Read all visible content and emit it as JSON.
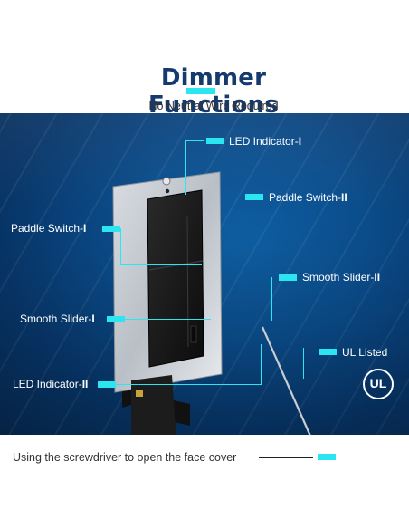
{
  "header": {
    "title": "Dimmer Functions",
    "subtitle": "No Neutral Wire Required"
  },
  "callouts": {
    "led_indicator_1": "LED Indicator-",
    "led_indicator_1_suffix": "I",
    "paddle_switch_2": "Paddle Switch-",
    "paddle_switch_2_suffix": "II",
    "paddle_switch_1": "Paddle Switch-",
    "paddle_switch_1_suffix": "I",
    "smooth_slider_2": "Smooth Slider-",
    "smooth_slider_2_suffix": "II",
    "smooth_slider_1": "Smooth Slider-",
    "smooth_slider_1_suffix": "I",
    "ul_listed": "UL Listed",
    "led_indicator_2": "LED Indicator-",
    "led_indicator_2_suffix": "II"
  },
  "badge": {
    "ul": "UL"
  },
  "footer": {
    "instruction": "Using the screwdriver to open the face cover"
  },
  "colors": {
    "accent": "#2be6f0",
    "title": "#143a6e",
    "banner": "#0b4d8c"
  }
}
